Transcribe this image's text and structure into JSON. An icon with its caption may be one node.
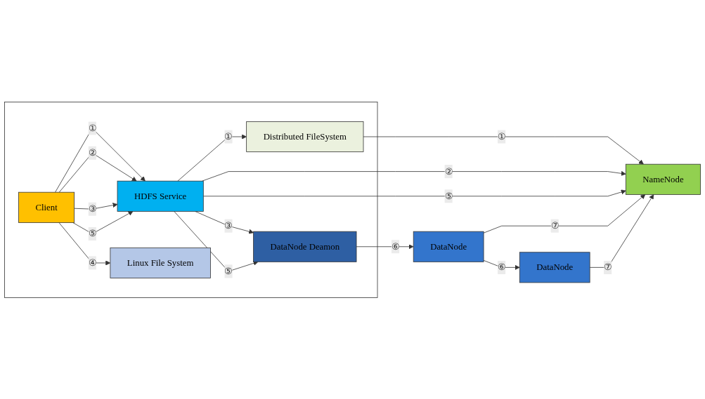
{
  "diagram": {
    "nodes": [
      {
        "text": [],
        "shape": "box"
      },
      {
        "text": [
          "Distributed FileSystem"
        ],
        "in": 0
      },
      {
        "text": [
          "Client"
        ],
        "in": 0
      },
      {
        "text": [
          "HDFS Service"
        ],
        "in": 0
      },
      {
        "text": [
          "Linux File System"
        ],
        "in": 0
      },
      {
        "text": [
          "DataNode Deamon"
        ],
        "in": 0
      },
      {
        "text": [
          "NameNode"
        ]
      },
      {
        "text": [
          "DataNode"
        ]
      },
      {
        "text": [
          "DataNode"
        ]
      }
    ],
    "edges": [
      {
        "from": 3,
        "to": 1,
        "arrow": "to",
        "label": "①"
      },
      {
        "from": 1,
        "to": 6,
        "arrow": "to",
        "label": "①"
      },
      {
        "from": 3,
        "to": 6,
        "arrow": "to",
        "label": "②"
      },
      {
        "from": 3,
        "to": 6,
        "arrow": "to",
        "label": "⑤"
      },
      {
        "from": 2,
        "to": 3,
        "arrow": "to",
        "label": "①"
      },
      {
        "from": 2,
        "to": 3,
        "arrow": "to",
        "label": "②"
      },
      {
        "from": 2,
        "to": 3,
        "arrow": "to",
        "label": "③"
      },
      {
        "from": 2,
        "to": 3,
        "arrow": "to",
        "label": "⑤"
      },
      {
        "from": 2,
        "to": 4,
        "arrow": "to",
        "label": "④"
      },
      {
        "from": 3,
        "to": 5,
        "arrow": "to",
        "label": "③"
      },
      {
        "from": 3,
        "to": 5,
        "arrow": "to",
        "label": "⑤"
      },
      {
        "from": 5,
        "to": 7,
        "arrow": "to",
        "label": "⑥"
      },
      {
        "from": 7,
        "to": 6,
        "arrow": "to",
        "label": "⑦"
      },
      {
        "from": 7,
        "to": 8,
        "arrow": "to",
        "label": "⑥"
      },
      {
        "from": 8,
        "to": 6,
        "arrow": "to",
        "label": "⑦"
      }
    ]
  }
}
